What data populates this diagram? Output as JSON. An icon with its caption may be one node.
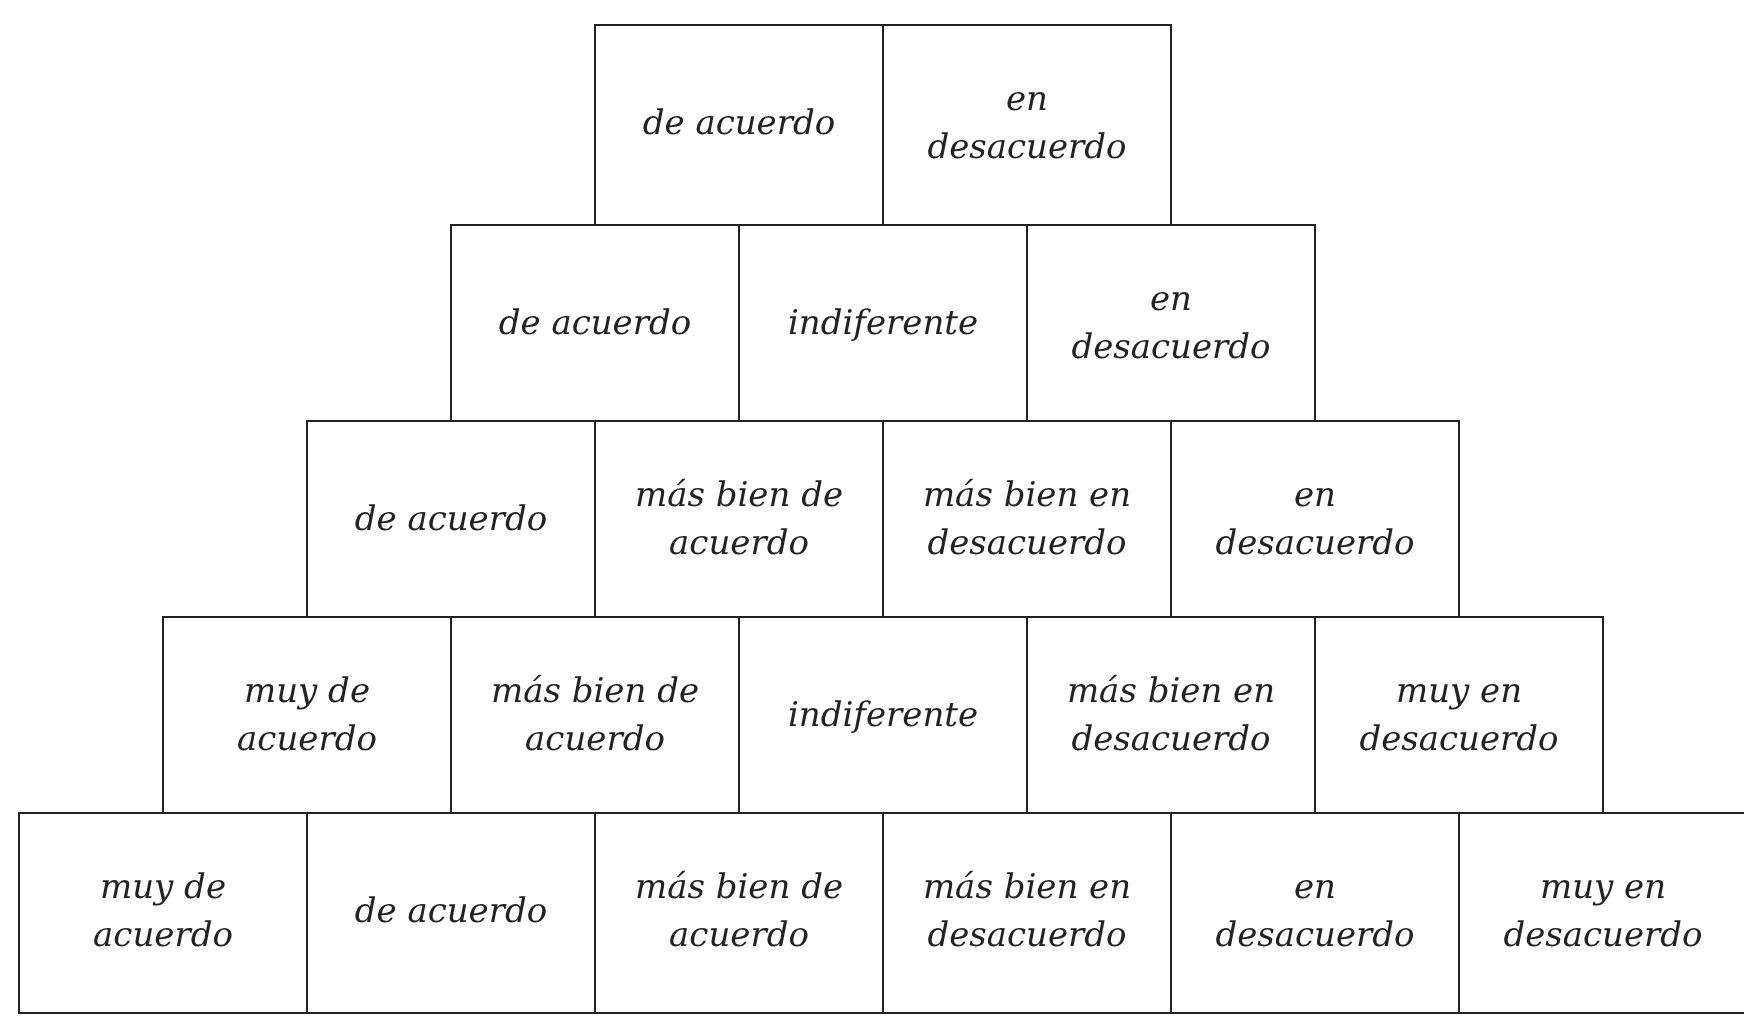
{
  "diagram": {
    "nodes": [
      {
        "text": [
          "de acuerdo"
        ]
      },
      {
        "text": [
          "en desacuerdo"
        ]
      },
      {
        "text": [
          "de acuerdo"
        ]
      },
      {
        "text": [
          "indiferente"
        ]
      },
      {
        "text": [
          "en desacuerdo"
        ]
      },
      {
        "text": [
          "de acuerdo"
        ]
      },
      {
        "text": [
          "más bien de acuerdo"
        ]
      },
      {
        "text": [
          "más bien en desacuerdo"
        ]
      },
      {
        "text": [
          "en desacuerdo"
        ]
      },
      {
        "text": [
          "muy de acuerdo"
        ]
      },
      {
        "text": [
          "más bien de acuerdo"
        ]
      },
      {
        "text": [
          "indiferente"
        ]
      },
      {
        "text": [
          "más bien en desacuerdo"
        ]
      },
      {
        "text": [
          "muy en desacuerdo"
        ]
      },
      {
        "text": [
          "muy de acuerdo"
        ]
      },
      {
        "text": [
          "de acuerdo"
        ]
      },
      {
        "text": [
          "más bien de acuerdo"
        ]
      },
      {
        "text": [
          "más bien en desacuerdo"
        ]
      },
      {
        "text": [
          "en desacuerdo"
        ]
      },
      {
        "text": [
          "muy en desacuerdo"
        ]
      }
    ]
  }
}
